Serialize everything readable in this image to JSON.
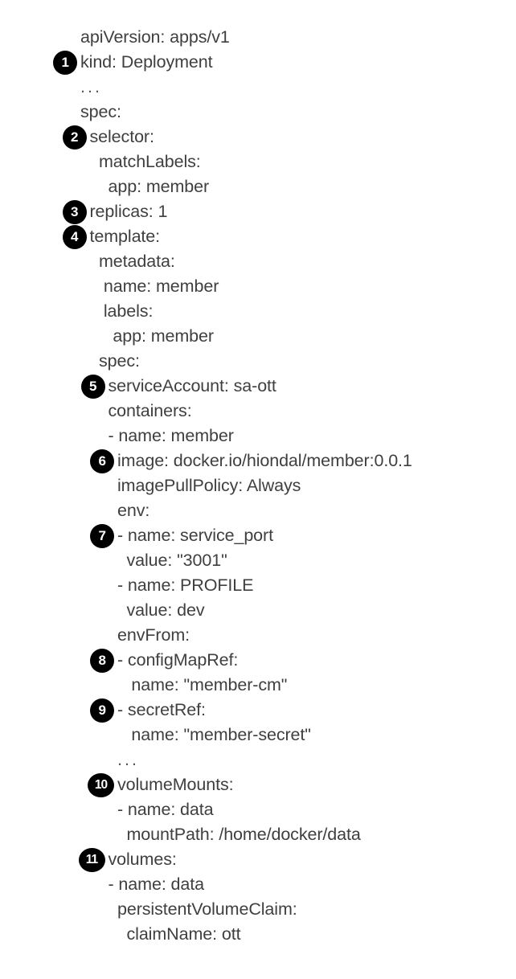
{
  "document": {
    "kind": "kubernetes-deployment-yaml",
    "background_color": "#ffffff",
    "text_color": "#3f3f3f",
    "badge_color": "#000000",
    "badge_text_color": "#ffffff"
  },
  "lines": [
    {
      "n": 1,
      "badge": "",
      "indent": 0,
      "text": "apiVersion: apps/v1"
    },
    {
      "n": 2,
      "badge": "1",
      "indent": 0,
      "text": "kind: Deployment"
    },
    {
      "n": 3,
      "badge": "",
      "indent": 0,
      "text": "..."
    },
    {
      "n": 4,
      "badge": "",
      "indent": 0,
      "text": "spec:"
    },
    {
      "n": 5,
      "badge": "2",
      "indent": 1,
      "text": "selector:"
    },
    {
      "n": 6,
      "badge": "",
      "indent": 2,
      "text": "matchLabels:"
    },
    {
      "n": 7,
      "badge": "",
      "indent": 3,
      "text": "app: member"
    },
    {
      "n": 8,
      "badge": "3",
      "indent": 1,
      "text": "replicas: 1"
    },
    {
      "n": 9,
      "badge": "4",
      "indent": 1,
      "text": "template:"
    },
    {
      "n": 10,
      "badge": "",
      "indent": 2,
      "text": "metadata:"
    },
    {
      "n": 11,
      "badge": "",
      "indent": 2,
      "text": " name: member"
    },
    {
      "n": 12,
      "badge": "",
      "indent": 2,
      "text": " labels:"
    },
    {
      "n": 13,
      "badge": "",
      "indent": 3,
      "text": " app: member"
    },
    {
      "n": 14,
      "badge": "",
      "indent": 2,
      "text": "spec:"
    },
    {
      "n": 15,
      "badge": "5",
      "indent": 3,
      "text": "serviceAccount: sa-ott"
    },
    {
      "n": 16,
      "badge": "",
      "indent": 3,
      "text": "containers:"
    },
    {
      "n": 17,
      "badge": "",
      "indent": 3,
      "text": "- name: member"
    },
    {
      "n": 18,
      "badge": "6",
      "indent": 4,
      "text": "image: docker.io/hiondal/member:0.0.1"
    },
    {
      "n": 19,
      "badge": "",
      "indent": 4,
      "text": "imagePullPolicy: Always"
    },
    {
      "n": 20,
      "badge": "",
      "indent": 4,
      "text": "env:"
    },
    {
      "n": 21,
      "badge": "7",
      "indent": 4,
      "text": "- name: service_port"
    },
    {
      "n": 22,
      "badge": "",
      "indent": 5,
      "text": "value: \"3001\""
    },
    {
      "n": 23,
      "badge": "",
      "indent": 4,
      "text": "- name: PROFILE"
    },
    {
      "n": 24,
      "badge": "",
      "indent": 5,
      "text": "value: dev"
    },
    {
      "n": 25,
      "badge": "",
      "indent": 4,
      "text": "envFrom:"
    },
    {
      "n": 26,
      "badge": "8",
      "indent": 4,
      "text": "- configMapRef:"
    },
    {
      "n": 27,
      "badge": "",
      "indent": 5,
      "text": " name: \"member-cm\""
    },
    {
      "n": 28,
      "badge": "9",
      "indent": 4,
      "text": "- secretRef:"
    },
    {
      "n": 29,
      "badge": "",
      "indent": 5,
      "text": " name: \"member-secret\""
    },
    {
      "n": 30,
      "badge": "",
      "indent": 4,
      "text": "..."
    },
    {
      "n": 31,
      "badge": "10",
      "indent": 4,
      "text": "volumeMounts:"
    },
    {
      "n": 32,
      "badge": "",
      "indent": 4,
      "text": "- name: data"
    },
    {
      "n": 33,
      "badge": "",
      "indent": 5,
      "text": "mountPath: /home/docker/data"
    },
    {
      "n": 34,
      "badge": "11",
      "indent": 3,
      "text": "volumes:"
    },
    {
      "n": 35,
      "badge": "",
      "indent": 3,
      "text": "- name: data"
    },
    {
      "n": 36,
      "badge": "",
      "indent": 4,
      "text": "persistentVolumeClaim:"
    },
    {
      "n": 37,
      "badge": "",
      "indent": 5,
      "text": "claimName: ott"
    }
  ]
}
